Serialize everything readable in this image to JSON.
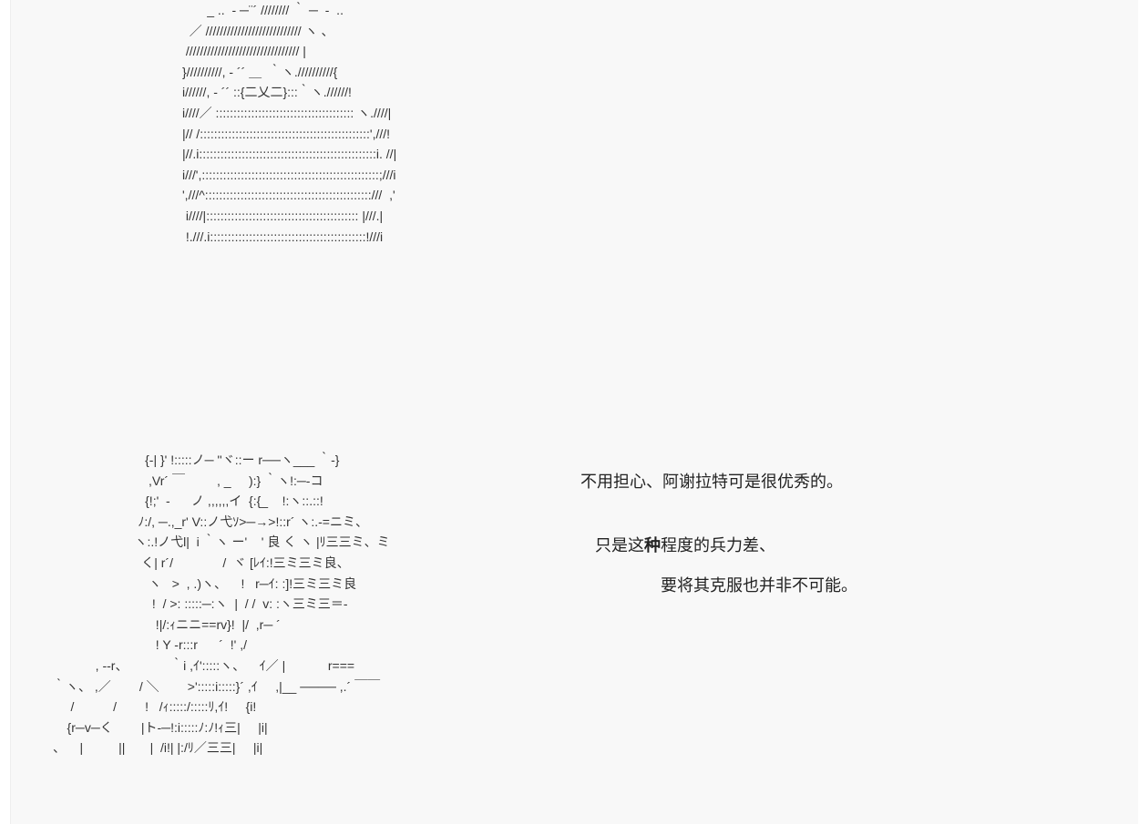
{
  "ascii_art_top": [
    "       _ ..  - ─¨´ //////// ｀ ─  -  ..",
    "  ／ /////////////////////////// ヽ 、",
    " //////////////////////////////// |",
    "}//////////, - ´´ ＿  ｀ヽ.//////////{",
    "i//////, - ´´ ::{二乂二}:::｀ヽ.//////!",
    "i////／ ::::::::::::::::::::::::::::::::::::::: ヽ.////|",
    "|// /::::::::::::::::::::::::::::::::::::::::::::::::',///!",
    "|//.i::::::::::::::::::::::::::::::::::::::::::::::::::i. //|",
    "i///',::::::::::::::::::::::::::::::::::::::::::::::::::;///i",
    "',///^:::::::::::::::::::::::::::::::::::::::::::::::///  ,'",
    " i////|::::::::::::::::::::::::::::::::::::::::::: |///.|",
    " !.///.i::::::::::::::::::::::::::::::::::::::::::::!///i"
  ],
  "ascii_art_bottom": [
    "                          {-| }' !:::::ノ─ ''ヾ::ー r──ヽ___ ｀-}",
    "                           ,Vr´ ￣         , _     ):} ｀ヽ!:─-コ",
    "                          {!;'  -      ノ ,,,,,,イ  {:{_    !:ヽ::.::!",
    "                        ﾉ:/, ─.,_r' V::ノ弋ｿ>─→>!::r´ ヽ:.-=ニミ、",
    "                       ヽ:.!ノ弋l|  i ｀ヽ ー'    ' 良 く ヽ |ﾘ三三ミ、ミ",
    "                         く| r´/              /  ヾ [ﾚｲ:!三ミ三ミ良、",
    "                           ヽ   >  , .)ヽ、    !   r─ｲ: :]!三ミ三ミ良",
    "                            !  / >: :::::─:ヽ  |  / /  v: :ヽ三ミ三＝-",
    "                             !|/:ｨニニ==rv}!  |/  ,r─ ´",
    "                             ! Y -r:::r      ´  !' ,/",
    "            , --r、            ｀i ,ｲ':::::ヽ、    ｲ／ |            r===",
    "｀ヽ、 ,／        / ＼        >':::::i:::::}´ ,ｲ     ,|__ ──── ,.´ ￣￣",
    "     /           /        !   /ｨ:::::/:::::ﾘ,ｲ!     {i!",
    "    {r─v─く        |ト-─!:i:::::ﾉ:ﾉ!ｨ三|     |i|",
    "、    |          ||       |  /i!| |:/ﾘ／三三|     |i|"
  ],
  "dialogue": {
    "line1": "不用担心、阿谢拉特可是很优秀的。",
    "line2_pre": "只是这",
    "line2_bold": "种",
    "line2_post": "程度的兵力差、",
    "line3": "要将其克服也并非不可能。"
  }
}
